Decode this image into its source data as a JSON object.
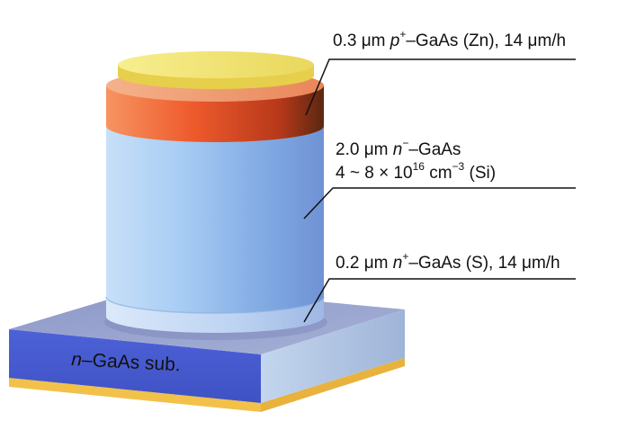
{
  "labels": {
    "cap": {
      "thickness": "0.3 μm",
      "carrier": "p",
      "carrier_sup": "+",
      "material": "–GaAs (Zn), 14 μm/h"
    },
    "drift": {
      "thickness": "2.0 μm",
      "carrier": "n",
      "carrier_sup": "−",
      "material": "–GaAs",
      "doping_prefix": "4 ~ 8 × 10",
      "doping_exp": "16",
      "doping_unit": " cm",
      "doping_unit_exp": "−3",
      "doping_dopant": " (Si)"
    },
    "buffer": {
      "thickness": "0.2 μm",
      "carrier": "n",
      "carrier_sup": "+",
      "material": "–GaAs (S), 14 μm/h"
    },
    "substrate": {
      "carrier": "n",
      "material": "–GaAs sub."
    }
  },
  "colors": {
    "contact_gold": "#f4e778",
    "cap_orange": "#ec5b2e",
    "drift_blue": "#9cc7f0",
    "buffer_blue": "#c5dcf5",
    "substrate_top": "#8f9ccc",
    "substrate_front": "#4d5fd4",
    "substrate_side": "#b7cce6",
    "base_gold": "#f2c14a"
  }
}
